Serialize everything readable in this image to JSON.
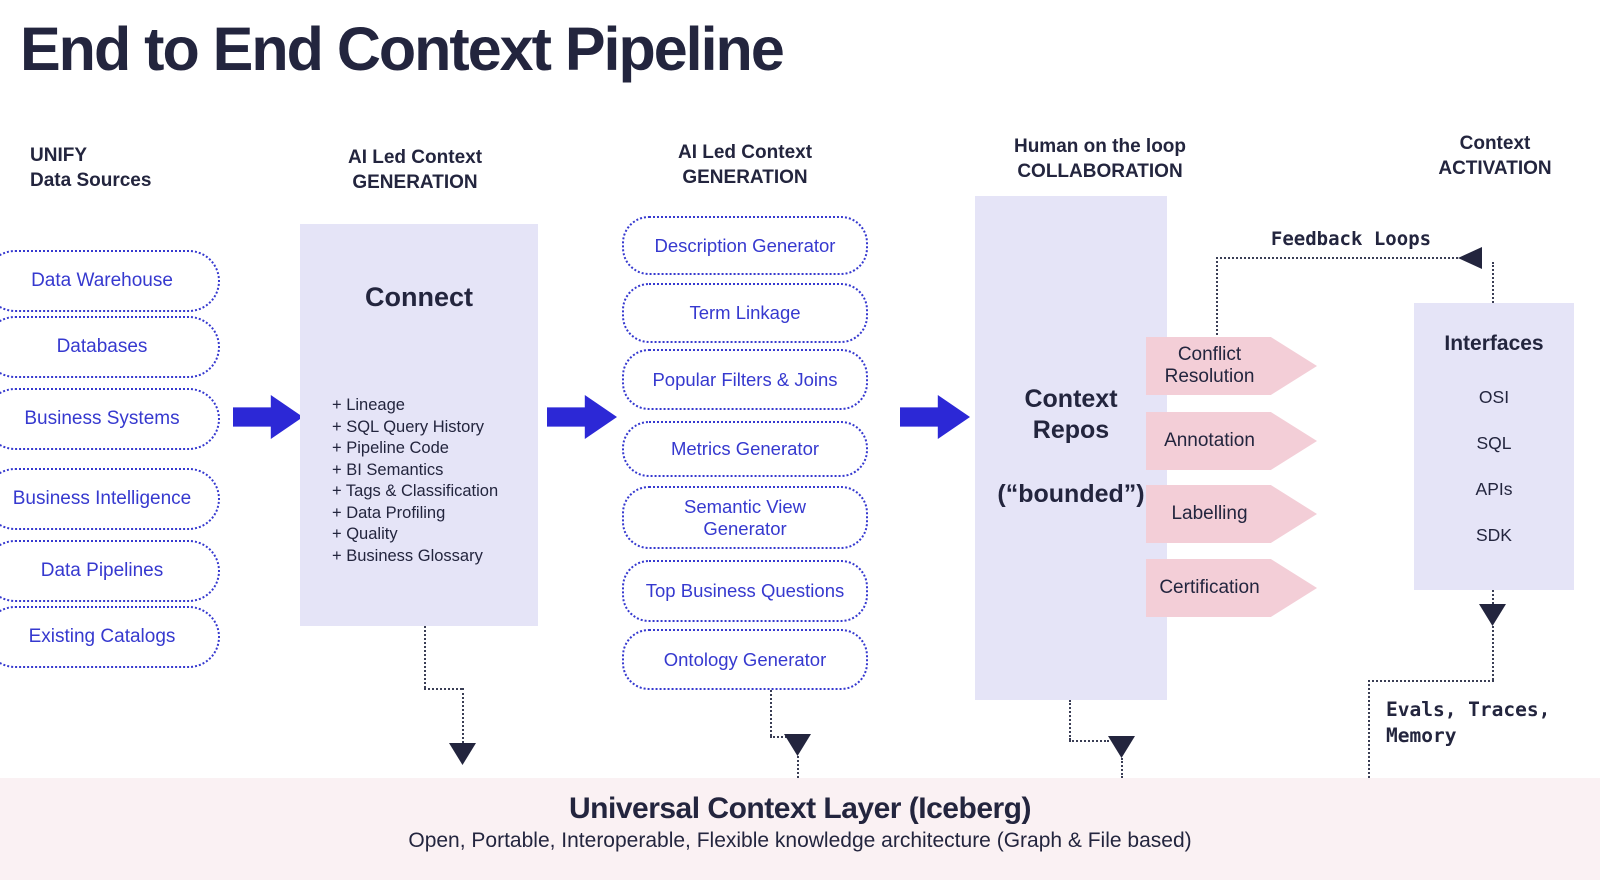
{
  "title": "End to End Context Pipeline",
  "sources": {
    "label": "UNIFY",
    "sublabel": "Data Sources",
    "items": [
      "Data Warehouse",
      "Databases",
      "Business Systems",
      "Business Intelligence",
      "Data Pipelines",
      "Existing Catalogs"
    ]
  },
  "connect": {
    "label": "AI Led Context",
    "sublabel": "GENERATION",
    "box_title": "Connect",
    "features": [
      "+ Lineage",
      "+ SQL Query History",
      "+ Pipeline Code",
      "+ BI Semantics",
      "+ Tags & Classification",
      "+ Data Profiling",
      "+ Quality",
      "+ Business Glossary"
    ]
  },
  "generation": {
    "label": "AI Led Context",
    "sublabel": "GENERATION",
    "items": [
      "Description Generator",
      "Term Linkage",
      "Popular Filters & Joins",
      "Metrics Generator",
      "Semantic View\nGenerator",
      "Top Business Questions",
      "Ontology Generator"
    ]
  },
  "collaboration": {
    "label": "Human on the loop",
    "sublabel": "COLLABORATION",
    "repo_title": "Context\nRepos",
    "repo_subtitle": "(“bounded”)",
    "actions": [
      "Conflict Resolution",
      "Annotation",
      "Labelling",
      "Certification"
    ]
  },
  "activation": {
    "label": "Context",
    "sublabel": "ACTIVATION",
    "feedback_label": "Feedback Loops",
    "box_title": "Interfaces",
    "interfaces": [
      "OSI",
      "SQL",
      "APIs",
      "SDK"
    ],
    "evals_label": "Evals, Traces,\nMemory"
  },
  "footer": {
    "title": "Universal Context Layer (Iceberg)",
    "subtitle": "Open, Portable, Interoperable, Flexible knowledge architecture (Graph & File based)"
  },
  "colors": {
    "accent_blue": "#2c28d6",
    "node_blue": "#3639cf",
    "panel_lavender": "#e5e4f7",
    "action_pink": "#f3ced7",
    "footer_pink": "#faf1f3",
    "ink_navy": "#23253e"
  }
}
